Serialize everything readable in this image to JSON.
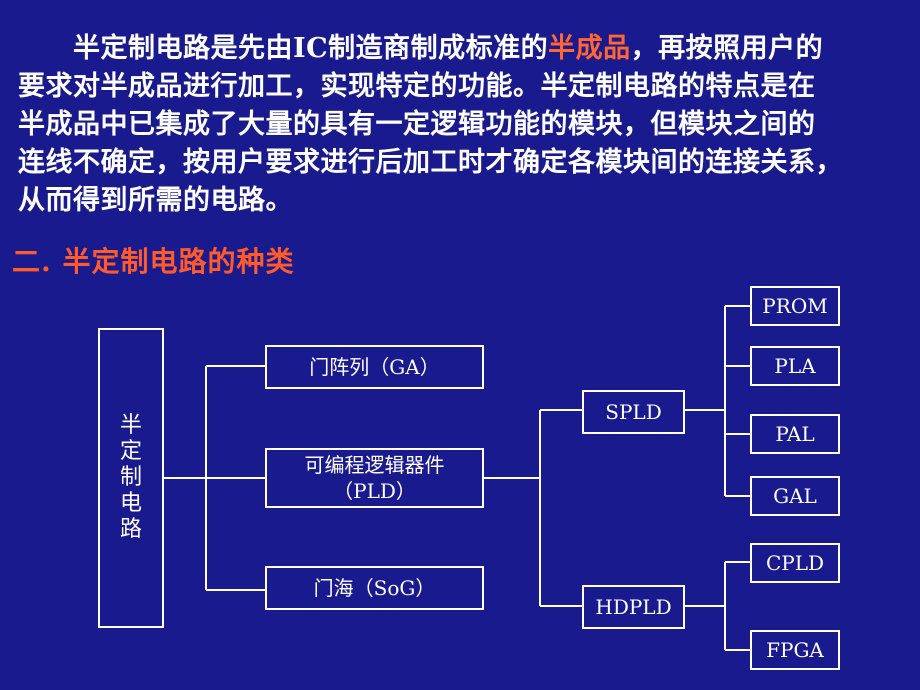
{
  "paragraph": {
    "line1_a": "半定制电路是先由IC制造商制成标准的",
    "line1_hl": "半成品",
    "line1_b": "，再按照用户的",
    "line2": "要求对半成品进行加工，实现特定的功能。半定制电路的特点是在",
    "line3": "半成品中已集成了大量的具有一定逻辑功能的模块，但模块之间的",
    "line4": "连线不确定，按用户要求进行后加工时才确定各模块间的连接关系，",
    "line5": "从而得到所需的电路。"
  },
  "section_title": "二. 半定制电路的种类",
  "diagram": {
    "root": [
      "半",
      "定",
      "制",
      "电",
      "路"
    ],
    "level1": {
      "ga": "门阵列（GA）",
      "pld_line1": "可编程逻辑器件",
      "pld_line2": "（PLD）",
      "sog": "门海（SoG）"
    },
    "level2": {
      "spld": "SPLD",
      "hdpld": "HDPLD"
    },
    "level3": {
      "prom": "PROM",
      "pla": "PLA",
      "pal": "PAL",
      "gal": "GAL",
      "cpld": "CPLD",
      "fpga": "FPGA"
    }
  },
  "colors": {
    "background": "#1a1a8f",
    "text": "#ffffff",
    "highlight": "#ff6633",
    "section": "#ff5a2a"
  }
}
